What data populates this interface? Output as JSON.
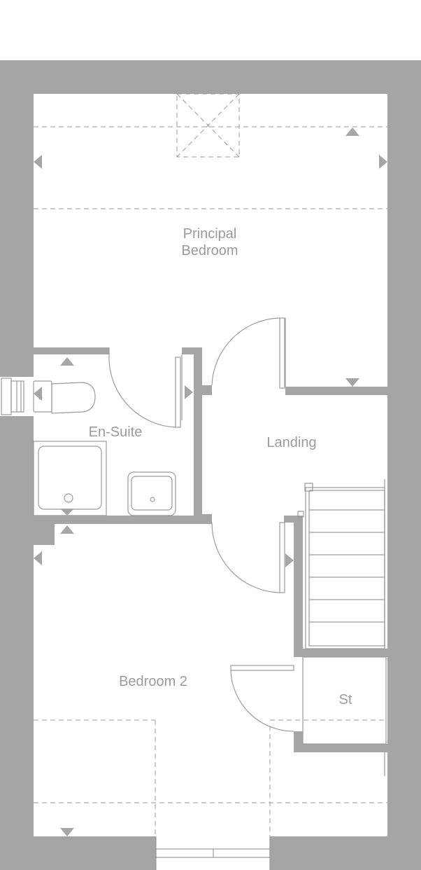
{
  "rooms": {
    "principal_bedroom": {
      "line1": "Principal",
      "line2": "Bedroom"
    },
    "en_suite": "En-Suite",
    "landing": "Landing",
    "bedroom_2": "Bedroom 2",
    "store": "St"
  },
  "colors": {
    "wall": "#a5a5a5",
    "line": "#9b9b9b",
    "text": "#9b9b9b",
    "background": "#ffffff"
  }
}
